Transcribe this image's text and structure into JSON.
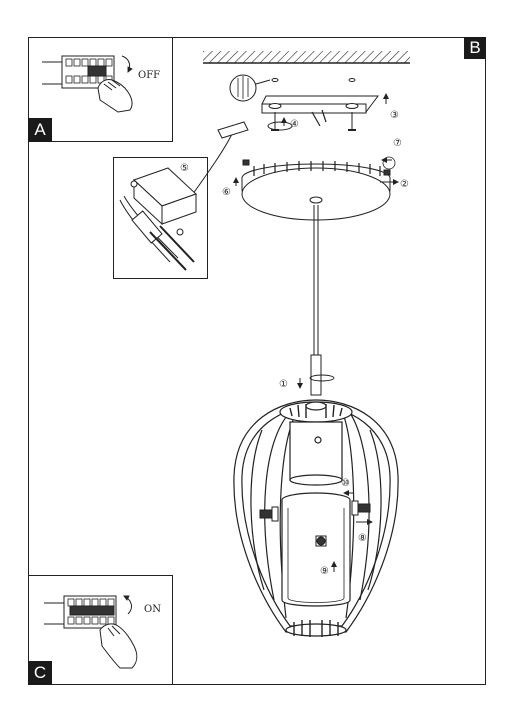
{
  "panels": {
    "a": {
      "label": "A",
      "switch_text": "OFF"
    },
    "b": {
      "label": "B"
    },
    "c": {
      "label": "C",
      "switch_text": "ON"
    }
  },
  "steps": [
    "①",
    "②",
    "③",
    "④",
    "⑤",
    "⑥",
    "⑦",
    "⑧",
    "⑨",
    "⑩"
  ]
}
